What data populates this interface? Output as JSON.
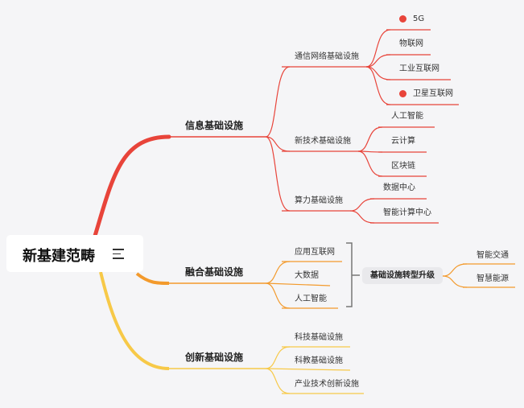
{
  "colors": {
    "red": "#e8443a",
    "orange": "#f39a2c",
    "yellow": "#f7c948",
    "marker": "#e8443a"
  },
  "root": {
    "label": "新基建范畴",
    "icon": "menu-lines-icon"
  },
  "branches": [
    {
      "label": "信息基础设施",
      "children": [
        {
          "label": "通信网络基础设施",
          "children": [
            "5G",
            "物联网",
            "工业互联网",
            "卫星互联网"
          ]
        },
        {
          "label": "新技术基础设施",
          "children": [
            "人工智能",
            "云计算",
            "区块链"
          ]
        },
        {
          "label": "算力基础设施",
          "children": [
            "数据中心",
            "智能计算中心"
          ]
        }
      ]
    },
    {
      "label": "融合基础设施",
      "children": [
        {
          "label": "应用互联网"
        },
        {
          "label": "大数据"
        },
        {
          "label": "人工智能"
        }
      ],
      "summary": {
        "label": "基础设施转型升级",
        "children": [
          "智能交通",
          "智慧能源"
        ]
      }
    },
    {
      "label": "创新基础设施",
      "children": [
        {
          "label": "科技基础设施"
        },
        {
          "label": "科教基础设施"
        },
        {
          "label": "产业技术创新设施"
        }
      ]
    }
  ]
}
